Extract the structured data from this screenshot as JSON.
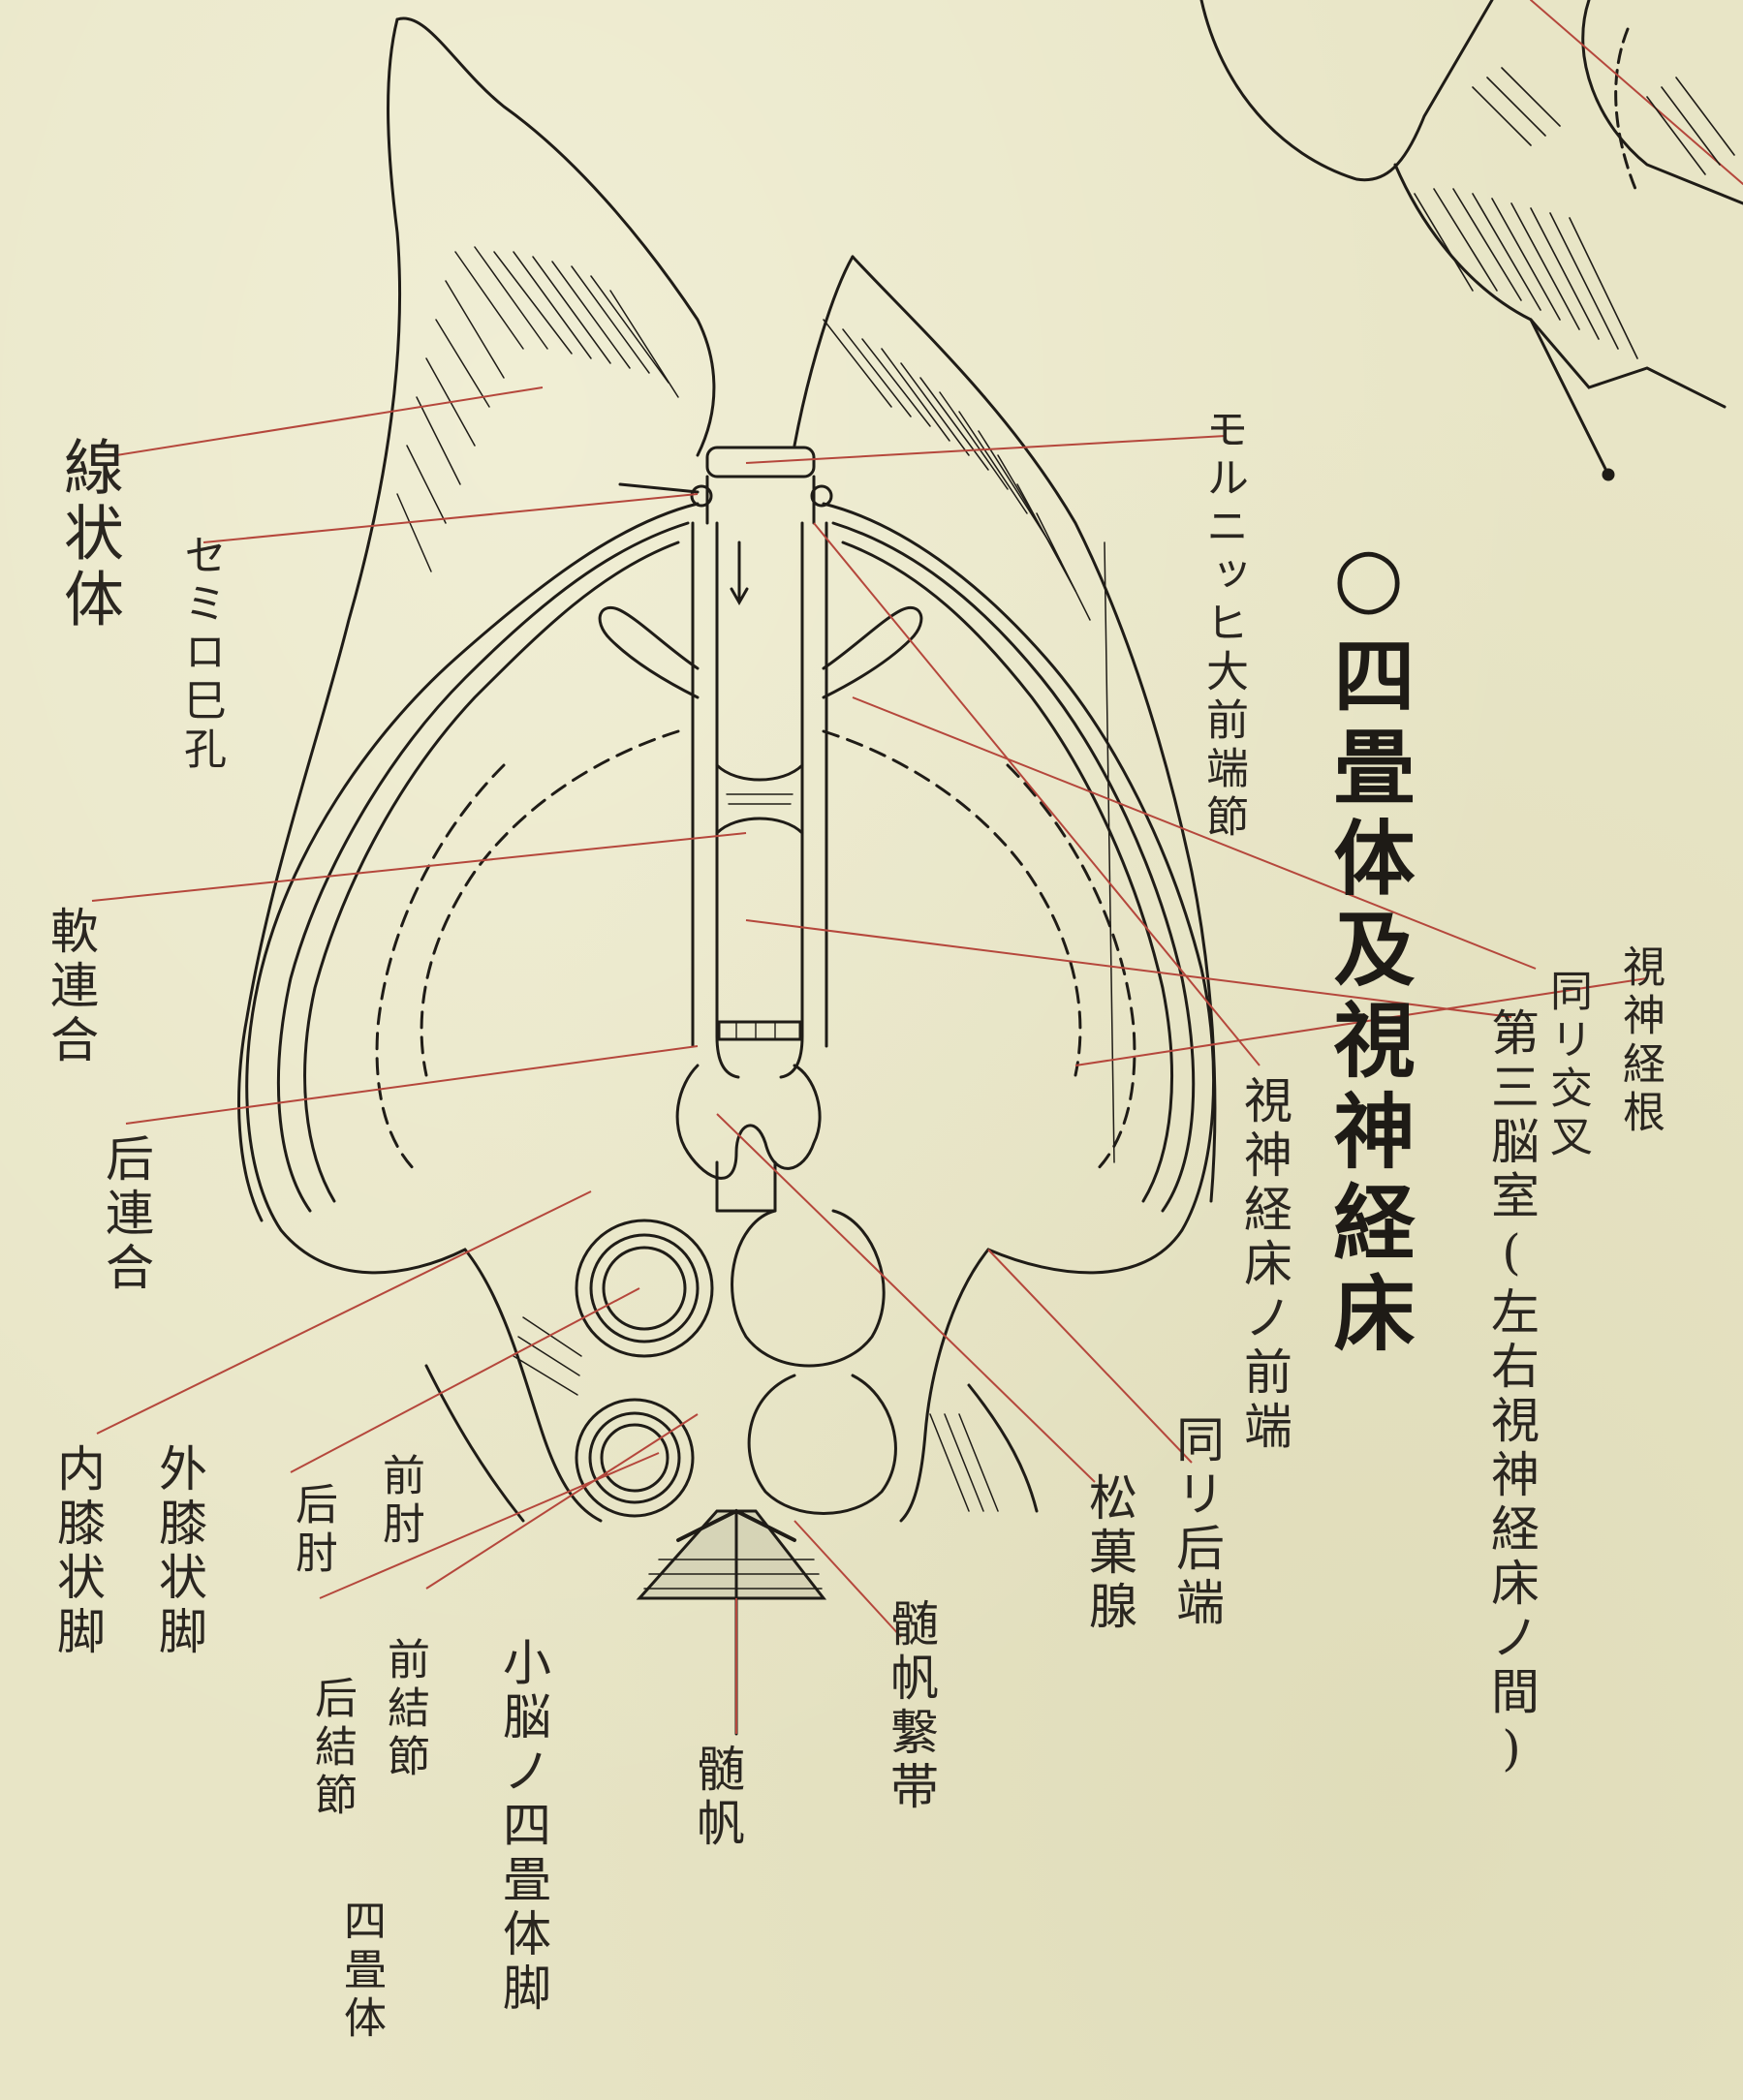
{
  "title": "○四畳体及視神経床",
  "labels": {
    "xian_zhuang_ti": "線状体",
    "semiluna_kong": "セミロ巳孔",
    "ruan_lian_he": "軟連合",
    "hou_lian_he": "后連合",
    "nei_xi": "内膝状脚",
    "wai_xi": "外膝状脚",
    "qian_zhou": "前肘",
    "hou_zhou": "后肘",
    "qian_jie_jie": "前結節",
    "hou_jie_jie": "后結節",
    "si_die_ti_label": "四畳体",
    "xiao_nao_si_die_ti_jiao": "小脳ノ四畳体脚",
    "sui_fan": "髄帆",
    "sui_fan_xi_dai": "髄帆繋帯",
    "song_guo_xian": "松菓腺",
    "tong_hou_duan": "同リ后端",
    "shi_shen_jing_chuang_qian_duan": "視神経床ノ前端",
    "shi_shen_jing_gen": "視神経根",
    "tong_jiao_cha": "同リ交叉",
    "di_san_nao_shi": "第三脳室(左右視神経床ノ間)",
    "monro_qian_duan_jie": "モルニッヒ大前端節"
  },
  "colors": {
    "ink": "#1f1c17",
    "leader": "#b5473c",
    "paper": "#e8e5c6"
  }
}
